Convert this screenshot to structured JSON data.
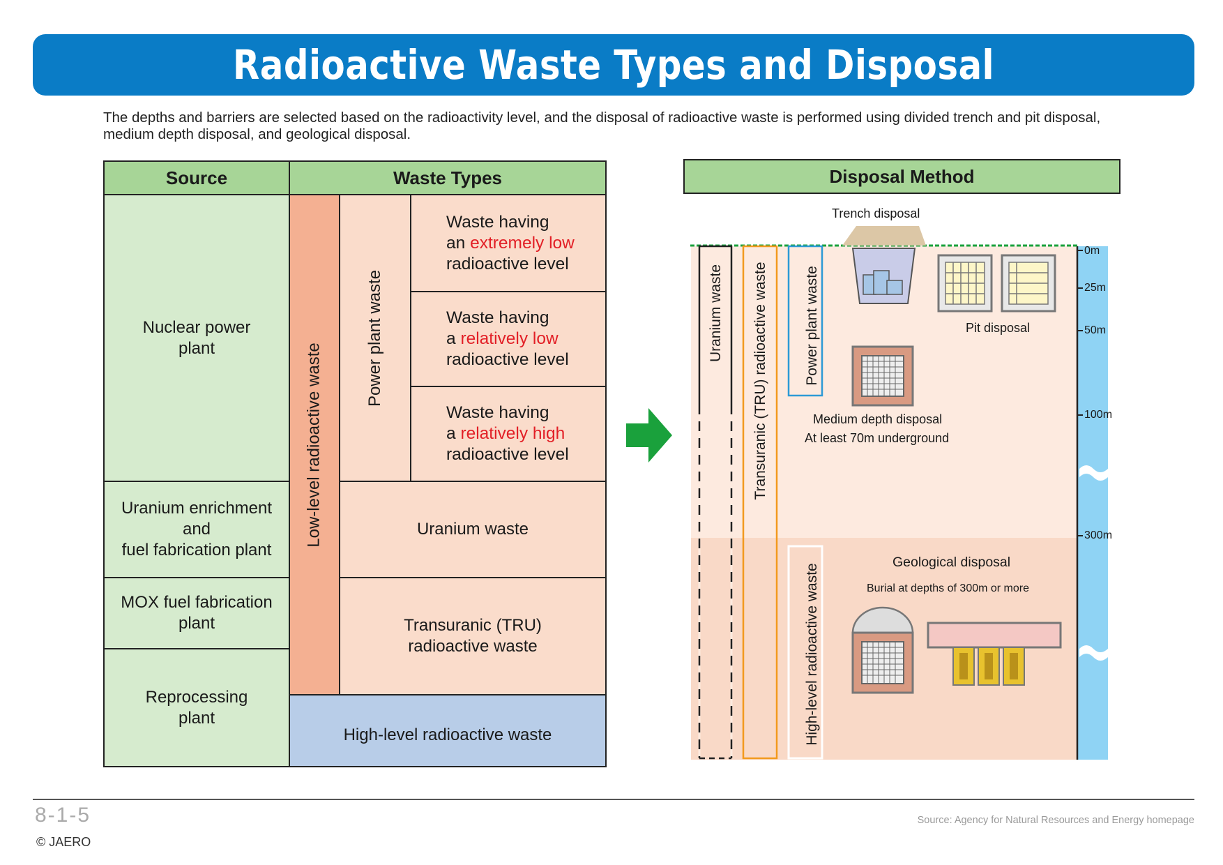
{
  "title": "Radioactive Waste Types and Disposal",
  "intro": "The depths and barriers are selected based on the radioactivity level, and the disposal of radioactive waste is performed using divided trench and pit disposal, medium depth disposal, and geological disposal.",
  "table": {
    "source_header": "Source",
    "waste_types_header": "Waste Types",
    "sources": {
      "nuclear_line1": "Nuclear power",
      "nuclear_line2": "plant",
      "uranium_line1": "Uranium enrichment",
      "uranium_line2": "and",
      "uranium_line3": "fuel fabrication plant",
      "mox_line1": "MOX fuel fabrication",
      "mox_line2": "plant",
      "repro_line1": "Reprocessing",
      "repro_line2": "plant"
    },
    "low_level": "Low-level radioactive waste",
    "power_plant": "Power plant waste",
    "levels": {
      "l1_a": "Waste having",
      "l1_b": "an ",
      "l1_red": "extremely low",
      "l1_c": "radioactive level",
      "l2_a": "Waste having",
      "l2_b": "a ",
      "l2_red": "relatively low",
      "l2_c": "radioactive level",
      "l3_a": "Waste having",
      "l3_b": "a ",
      "l3_red": "relatively high",
      "l3_c": "radioactive level"
    },
    "uranium_waste": "Uranium waste",
    "tru_line1": "Transuranic (TRU)",
    "tru_line2": "radioactive waste",
    "high_level": "High-level radioactive waste"
  },
  "disposal": {
    "header": "Disposal Method",
    "trench": "Trench disposal",
    "pit": "Pit disposal",
    "medium_line1": "Medium depth disposal",
    "medium_line2": "At least 70m underground",
    "geo_title": "Geological disposal",
    "geo_sub": "Burial at depths of 300m or more",
    "bands": {
      "uranium": "Uranium waste",
      "tru": "Transuranic (TRU) radioactive waste",
      "power": "Power plant waste",
      "high": "High-level radioactive waste"
    },
    "depths": [
      "0m",
      "25m",
      "50m",
      "100m",
      "300m"
    ]
  },
  "footer": {
    "page": "8-1-5",
    "copyright": "© JAERO",
    "source": "Source: Agency for Natural Resources and Energy homepage"
  },
  "colors": {
    "title_blue": "#0a7cc6",
    "header_green": "#a7d597",
    "source_green": "#d6ebce",
    "waste_peach": "#fadccb",
    "low_level_orange": "#f4b092",
    "high_level_blue": "#b8cde8",
    "red_text": "#e21f26",
    "arrow_green": "#1aa13c",
    "water_blue": "#8fd3f4"
  }
}
